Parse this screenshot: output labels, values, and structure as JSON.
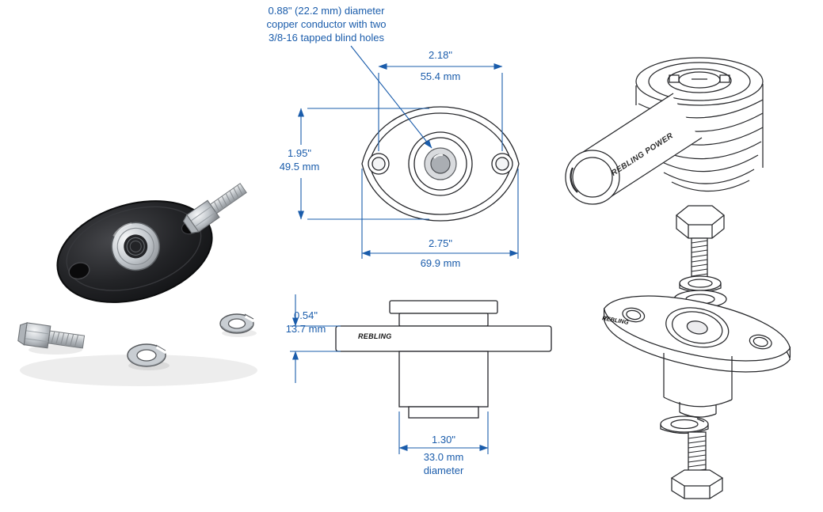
{
  "callout": {
    "line1": "0.88\" (22.2 mm) diameter",
    "line2": "copper conductor with two",
    "line3": "3/8-16 tapped blind holes"
  },
  "dimensions": {
    "hole_spacing": {
      "inches": "2.18\"",
      "metric": "55.4 mm"
    },
    "flange_height": {
      "inches": "1.95\"",
      "metric": "49.5 mm"
    },
    "flange_width": {
      "inches": "2.75\"",
      "metric": "69.9 mm"
    },
    "flange_thickness": {
      "inches": "0.54\"",
      "metric": "13.7 mm"
    },
    "base_diameter": {
      "inches": "1.30\"",
      "metric": "33.0 mm",
      "suffix": "diameter"
    }
  },
  "branding": {
    "side_view_label": "REBLING",
    "conductor_label": "REBLING POWER",
    "flange_label": "REBLING"
  },
  "colors": {
    "dimension_blue": "#1a5cab",
    "line_black": "#232428",
    "photo_flange_black": "#17181a",
    "metal_silver": "#c3c8cd",
    "background": "#ffffff"
  }
}
